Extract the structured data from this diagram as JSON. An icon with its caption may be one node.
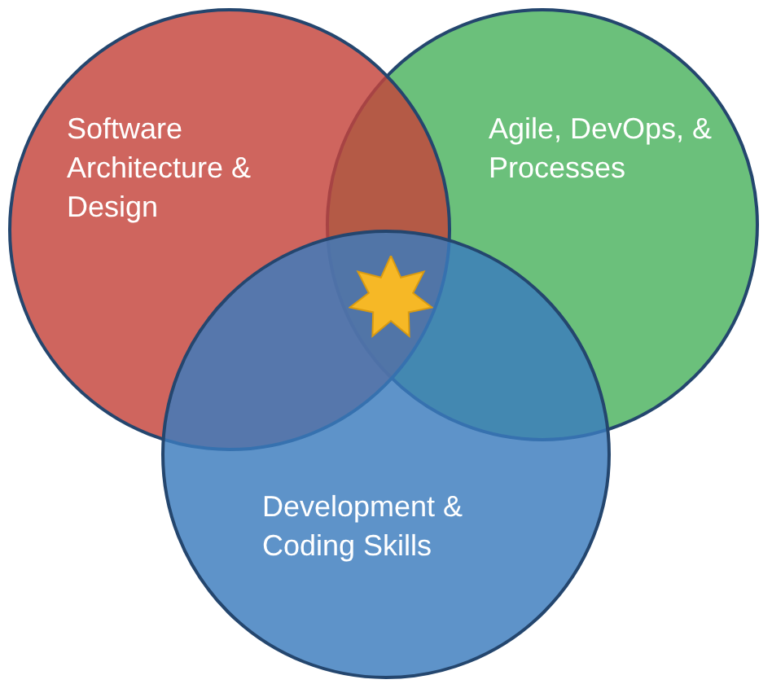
{
  "diagram": {
    "nodes": [
      {
        "text": [
          "Software Architecture & Design"
        ]
      },
      {
        "text": [
          "Agile, DevOps, & Processes"
        ]
      },
      {
        "text": [
          "Development & Coding Skills"
        ]
      }
    ]
  }
}
